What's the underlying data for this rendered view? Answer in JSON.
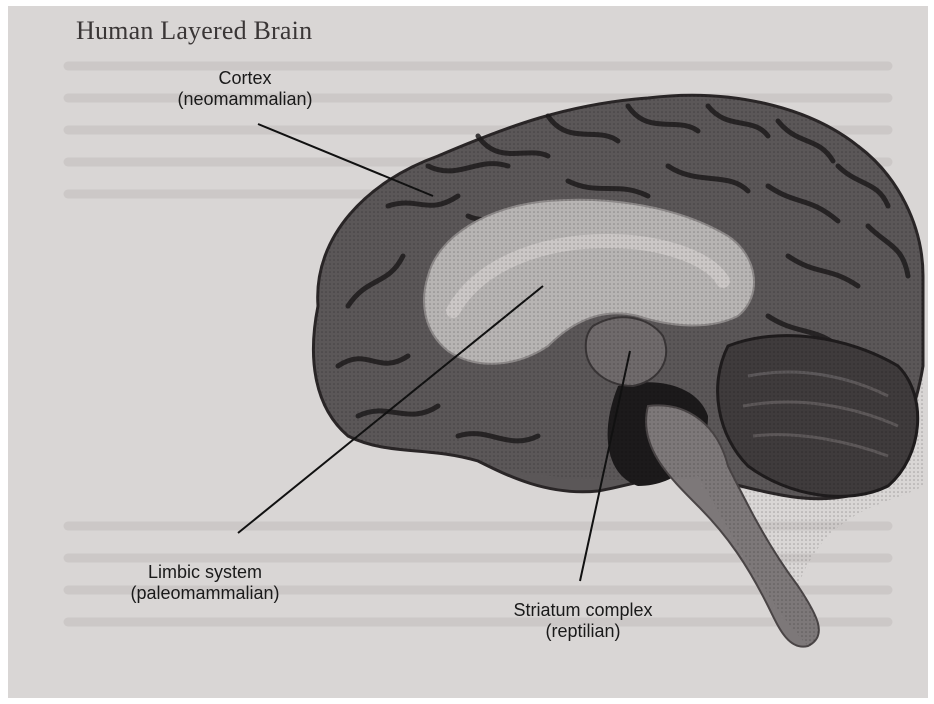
{
  "figure": {
    "title": "Human Layered Brain",
    "labels": {
      "cortex": {
        "line1": "Cortex",
        "line2": "(neomammalian)"
      },
      "limbic": {
        "line1": "Limbic system",
        "line2": "(paleomammalian)"
      },
      "striatum": {
        "line1": "Striatum complex",
        "line2": "(reptilian)"
      }
    }
  },
  "colors": {
    "page": "#d9d6d5",
    "cortex": "#5b5758",
    "cortex_dark": "#2a2627",
    "limbic": "#b7b4b3",
    "cerebellum": "#3f3b3c",
    "brainstem": "#7d7879",
    "leader_line": "#111111"
  }
}
